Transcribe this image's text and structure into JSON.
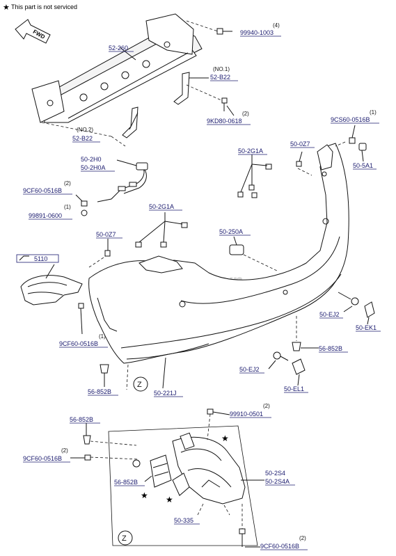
{
  "header": {
    "star_glyph": "★",
    "note": "This part is not serviced"
  },
  "watermark": "S-Parts.com.vn",
  "direction_label": "FWD",
  "view_marker": "Z",
  "labels": {
    "l_99940_1003": "99940-1003",
    "l_52_260": "52-260",
    "l_52_b22_no1": "52-B22",
    "l_no1": "(NO.1)",
    "l_9kd80_0618": "9KD80-0618",
    "l_no2": "(NO.2)",
    "l_52_b22_no2": "52-B22",
    "l_9cs60_0516b": "9CS60-0516B",
    "l_50_5a1": "50-5A1",
    "l_50_0z7_top": "50-0Z7",
    "l_50_2g1a_top": "50-2G1A",
    "l_50_2h0": "50-2H0",
    "l_50_2h0a": "50-2H0A",
    "l_9cf60_0516b_a": "9CF60-0516B",
    "l_99891_0600": "99891-0600",
    "l_50_2g1a_mid": "50-2G1A",
    "l_50_0z7_mid": "50-0Z7",
    "l_50_250a": "50-250A",
    "l_5110": "5110",
    "l_50_ej2_right": "50-EJ2",
    "l_50_ek1": "50-EK1",
    "l_9cf60_0516b_b": "9CF60-0516B",
    "l_56_852b_right": "56-852B",
    "l_50_ej2_low": "50-EJ2",
    "l_50_el1": "50-EL1",
    "l_56_852b_left": "56-852B",
    "l_50_221j": "50-221J",
    "l_99910_0501": "99910-0501",
    "l_56_852b_z": "56-852B",
    "l_9cf60_0516b_c": "9CF60-0516B",
    "l_50_2s4": "50-2S4",
    "l_50_2s4a": "50-2S4A",
    "l_56_852b_z2": "56-852B",
    "l_50_335": "50-335",
    "l_9cf60_0516b_d": "9CF60-0516B"
  },
  "quantities": {
    "q_99940_1003": "(4)",
    "q_9kd80_0618": "(2)",
    "q_9cs60_0516b": "(1)",
    "q_9cf60_0516b_a": "(2)",
    "q_99891_0600": "(1)",
    "q_9cf60_0516b_b": "(1)",
    "q_99910_0501": "(2)",
    "q_9cf60_0516b_c": "(2)",
    "q_9cf60_0516b_d": "(2)"
  }
}
